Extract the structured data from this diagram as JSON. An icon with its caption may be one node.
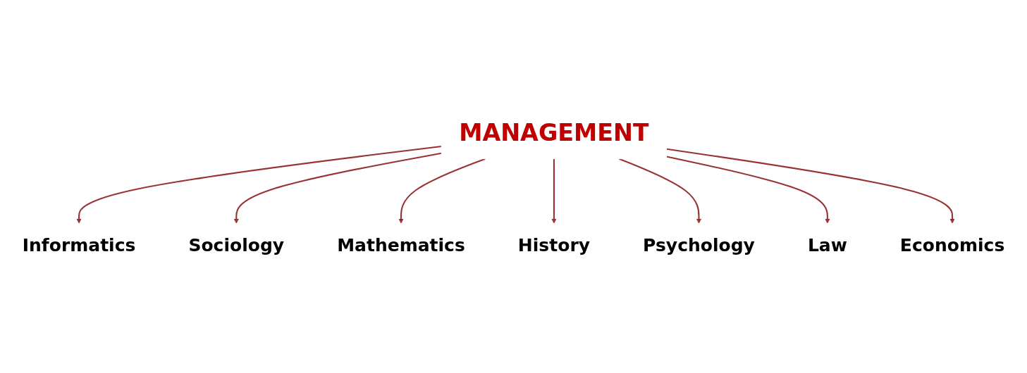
{
  "diagram": {
    "nodes": [
      {
        "text": [
          "MANAGEMENT"
        ]
      },
      {
        "text": [
          "Informatics"
        ]
      },
      {
        "text": [
          "Sociology"
        ]
      },
      {
        "text": [
          "Mathematics"
        ]
      },
      {
        "text": [
          "History"
        ]
      },
      {
        "text": [
          "Psychology"
        ]
      },
      {
        "text": [
          "Law"
        ]
      },
      {
        "text": [
          "Economics"
        ]
      }
    ],
    "edges": [
      {
        "from": 0,
        "to": 1,
        "arrow": "to"
      },
      {
        "from": 0,
        "to": 2,
        "arrow": "to"
      },
      {
        "from": 0,
        "to": 3,
        "arrow": "to"
      },
      {
        "from": 0,
        "to": 4,
        "arrow": "to"
      },
      {
        "from": 0,
        "to": 5,
        "arrow": "to"
      },
      {
        "from": 0,
        "to": 6,
        "arrow": "to"
      },
      {
        "from": 0,
        "to": 7,
        "arrow": "to"
      }
    ]
  }
}
